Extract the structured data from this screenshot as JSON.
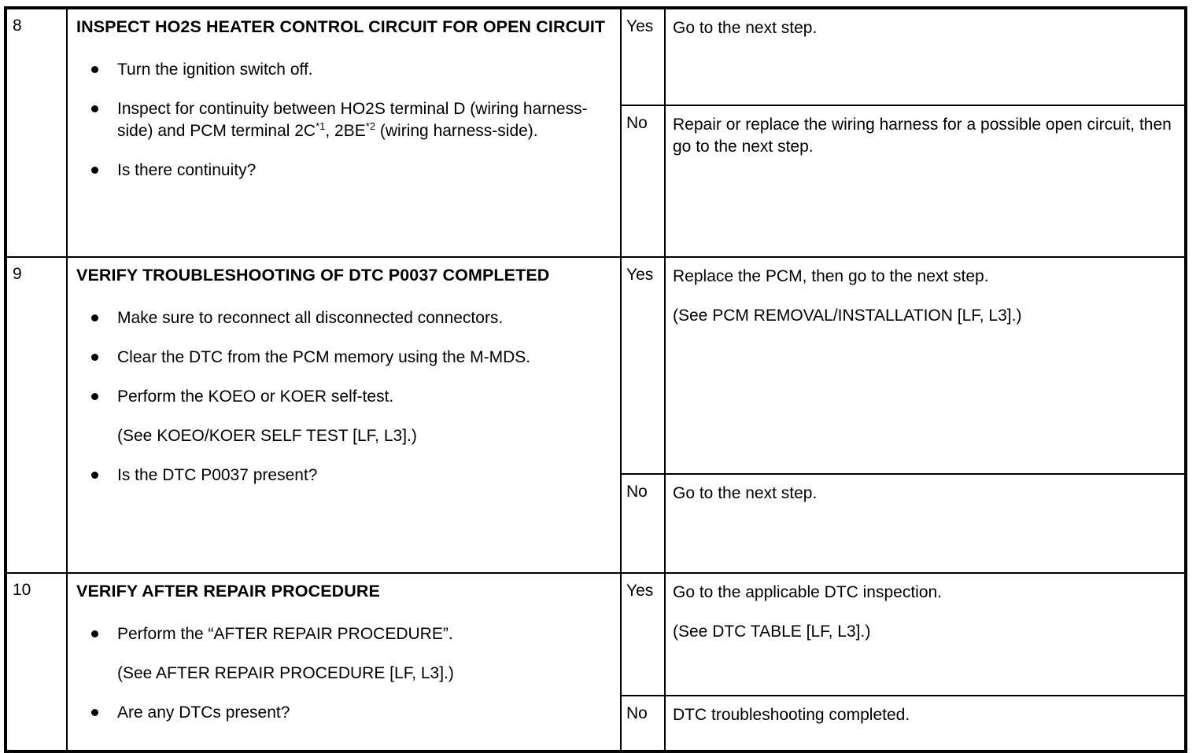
{
  "document": {
    "type": "diagnostic-troubleshooting-table",
    "columns": [
      "step",
      "inspection-action",
      "answer",
      "result"
    ]
  },
  "rows": [
    {
      "step": "8",
      "title": "INSPECT HO2S HEATER CONTROL CIRCUIT FOR OPEN CIRCUIT",
      "bullets": [
        {
          "text": "Turn the ignition switch off."
        },
        {
          "text_parts": [
            "Inspect for continuity between HO2S terminal D (wiring harness-side) and PCM terminal 2C",
            "*1",
            ", 2BE",
            "*2",
            " (wiring harness-side)."
          ]
        },
        {
          "text": "Is there continuity?"
        }
      ],
      "answers": [
        {
          "label": "Yes",
          "lines": [
            "Go to the next step."
          ]
        },
        {
          "label": "No",
          "lines": [
            "Repair or replace the wiring harness for a possible open circuit, then go to the next step."
          ]
        }
      ]
    },
    {
      "step": "9",
      "title": "VERIFY TROUBLESHOOTING OF DTC P0037 COMPLETED",
      "bullets": [
        {
          "text": "Make sure to reconnect all disconnected connectors."
        },
        {
          "text": "Clear the DTC from the PCM memory using the M-MDS."
        },
        {
          "text": "Perform the KOEO or KOER self-test.",
          "note": "(See KOEO/KOER SELF TEST [LF, L3].)"
        },
        {
          "text": "Is the DTC P0037 present?"
        }
      ],
      "answers": [
        {
          "label": "Yes",
          "lines": [
            "Replace the PCM, then go to the next step.",
            "(See PCM REMOVAL/INSTALLATION [LF, L3].)"
          ]
        },
        {
          "label": "No",
          "lines": [
            "Go to the next step."
          ]
        }
      ]
    },
    {
      "step": "10",
      "title": "VERIFY AFTER REPAIR PROCEDURE",
      "bullets": [
        {
          "text": "Perform the “AFTER REPAIR PROCEDURE”.",
          "note": "(See AFTER REPAIR PROCEDURE [LF, L3].)"
        },
        {
          "text": "Are any DTCs present?"
        }
      ],
      "answers": [
        {
          "label": "Yes",
          "lines": [
            "Go to the applicable DTC inspection.",
            "(See DTC TABLE [LF, L3].)"
          ]
        },
        {
          "label": "No",
          "lines": [
            "DTC troubleshooting completed."
          ]
        }
      ]
    }
  ],
  "colors": {
    "page_background": "#ffffff",
    "text": "#000000",
    "rule": "#000000"
  }
}
